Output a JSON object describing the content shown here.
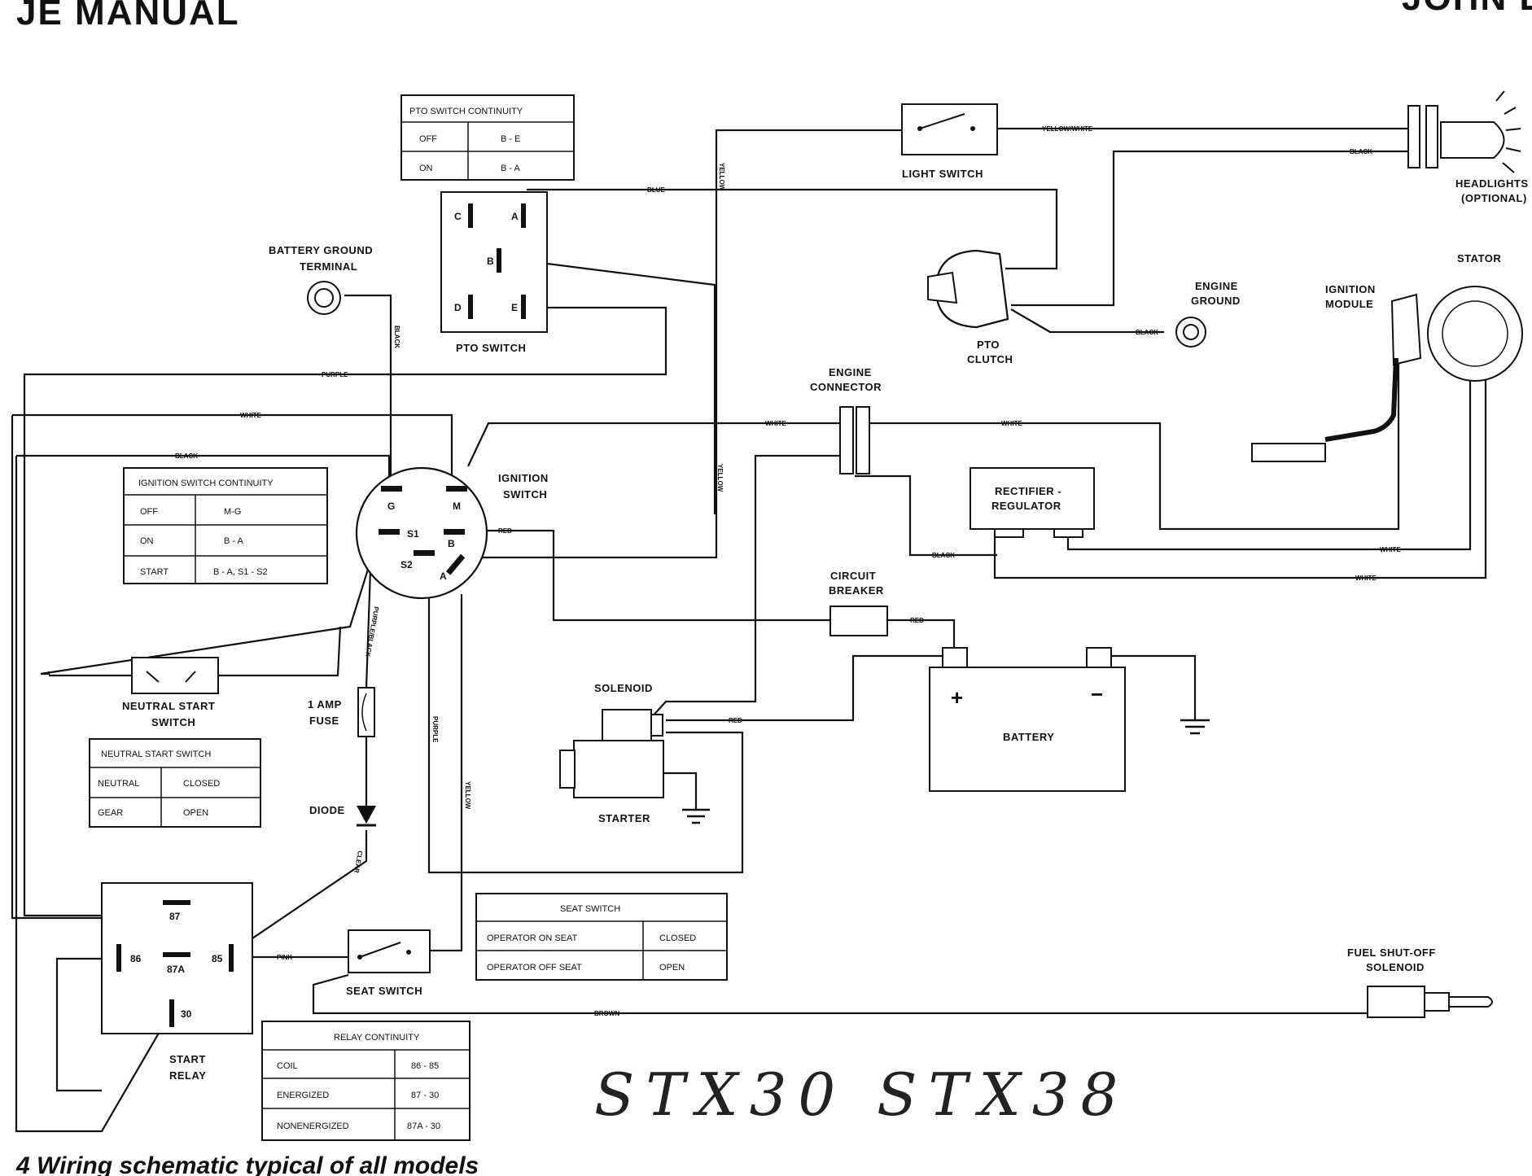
{
  "header": {
    "left_title": "JE MANUAL",
    "right_title": "JOHN D"
  },
  "components": {
    "pto_switch": "PTO SWITCH",
    "battery_ground": [
      "BATTERY GROUND",
      "TERMINAL"
    ],
    "light_switch": "LIGHT SWITCH",
    "headlights": [
      "HEADLIGHTS",
      "(OPTIONAL)"
    ],
    "stator": "STATOR",
    "ignition_module": [
      "IGNITION",
      "MODULE"
    ],
    "engine_ground": [
      "ENGINE",
      "GROUND"
    ],
    "pto_clutch": [
      "PTO",
      "CLUTCH"
    ],
    "engine_connector": [
      "ENGINE",
      "CONNECTOR"
    ],
    "ignition_switch": [
      "IGNITION",
      "SWITCH"
    ],
    "rectifier": [
      "RECTIFIER -",
      "REGULATOR"
    ],
    "circuit_breaker": [
      "CIRCUIT",
      "BREAKER"
    ],
    "solenoid": "SOLENOID",
    "starter": "STARTER",
    "battery": "BATTERY",
    "neutral_start_switch": [
      "NEUTRAL START",
      "SWITCH"
    ],
    "fuse": [
      "1 AMP",
      "FUSE"
    ],
    "diode": "DIODE",
    "seat_switch": "SEAT SWITCH",
    "start_relay": [
      "START",
      "RELAY"
    ],
    "fuel_solenoid": [
      "FUEL SHUT-OFF",
      "SOLENOID"
    ]
  },
  "pins": {
    "pto": [
      "C",
      "A",
      "B",
      "D",
      "E"
    ],
    "ignition": [
      "G",
      "M",
      "S1",
      "B",
      "S2",
      "A"
    ],
    "relay": [
      "87",
      "86",
      "87A",
      "85",
      "30"
    ],
    "battery": [
      "+",
      "−"
    ]
  },
  "wire_labels": {
    "yellow_white": "YELLOW/WHITE",
    "black": "BLACK",
    "yellow": "YELLOW",
    "blue": "BLUE",
    "purple": "PURPLE",
    "white": "WHITE",
    "red": "RED",
    "black_white": "PURPLE/BLACK",
    "clear": "CLEAR",
    "pink": "PINK",
    "brown": "BROWN"
  },
  "tables": {
    "pto_continuity": {
      "title": "PTO SWITCH CONTINUITY",
      "rows": [
        [
          "OFF",
          "B - E"
        ],
        [
          "ON",
          "B - A"
        ]
      ]
    },
    "ignition_continuity": {
      "title": "IGNITION SWITCH CONTINUITY",
      "rows": [
        [
          "OFF",
          "M-G"
        ],
        [
          "ON",
          "B - A"
        ],
        [
          "START",
          "B - A, S1 - S2"
        ]
      ]
    },
    "neutral_start": {
      "title": "NEUTRAL START SWITCH",
      "rows": [
        [
          "NEUTRAL",
          "CLOSED"
        ],
        [
          "GEAR",
          "OPEN"
        ]
      ]
    },
    "seat_switch": {
      "title": "SEAT SWITCH",
      "rows": [
        [
          "OPERATOR ON SEAT",
          "CLOSED"
        ],
        [
          "OPERATOR OFF SEAT",
          "OPEN"
        ]
      ]
    },
    "relay_continuity": {
      "title": "RELAY CONTINUITY",
      "rows": [
        [
          "COIL",
          "86 - 85"
        ],
        [
          "ENERGIZED",
          "87 - 30"
        ],
        [
          "NONENERGIZED",
          "87A - 30"
        ]
      ]
    }
  },
  "handwritten": "STX30 STX38",
  "caption": "4 Wiring schematic typical of all models"
}
